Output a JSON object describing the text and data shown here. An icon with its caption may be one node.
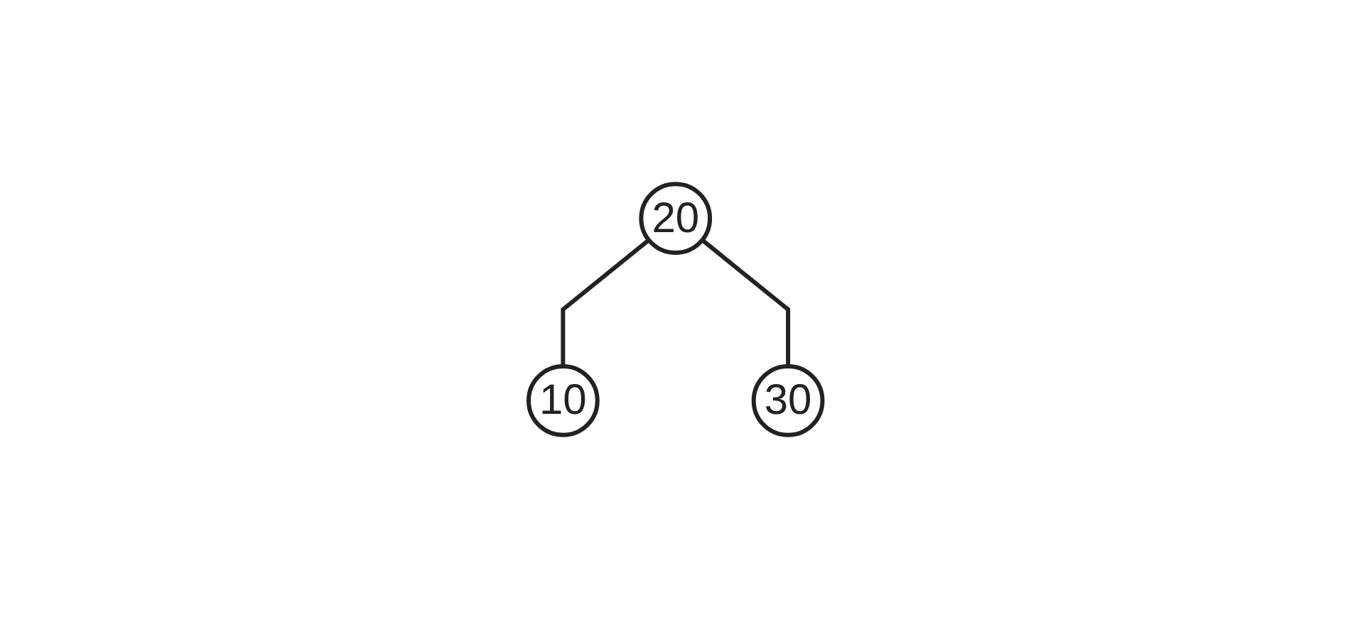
{
  "diagram": {
    "nodes": [
      {
        "text": [
          "20"
        ]
      },
      {
        "text": [
          "10"
        ]
      },
      {
        "text": [
          "30"
        ]
      }
    ],
    "edges": [
      {
        "from": 0,
        "to": 1,
        "arrow": "none"
      },
      {
        "from": 0,
        "to": 2,
        "arrow": "none"
      }
    ]
  }
}
